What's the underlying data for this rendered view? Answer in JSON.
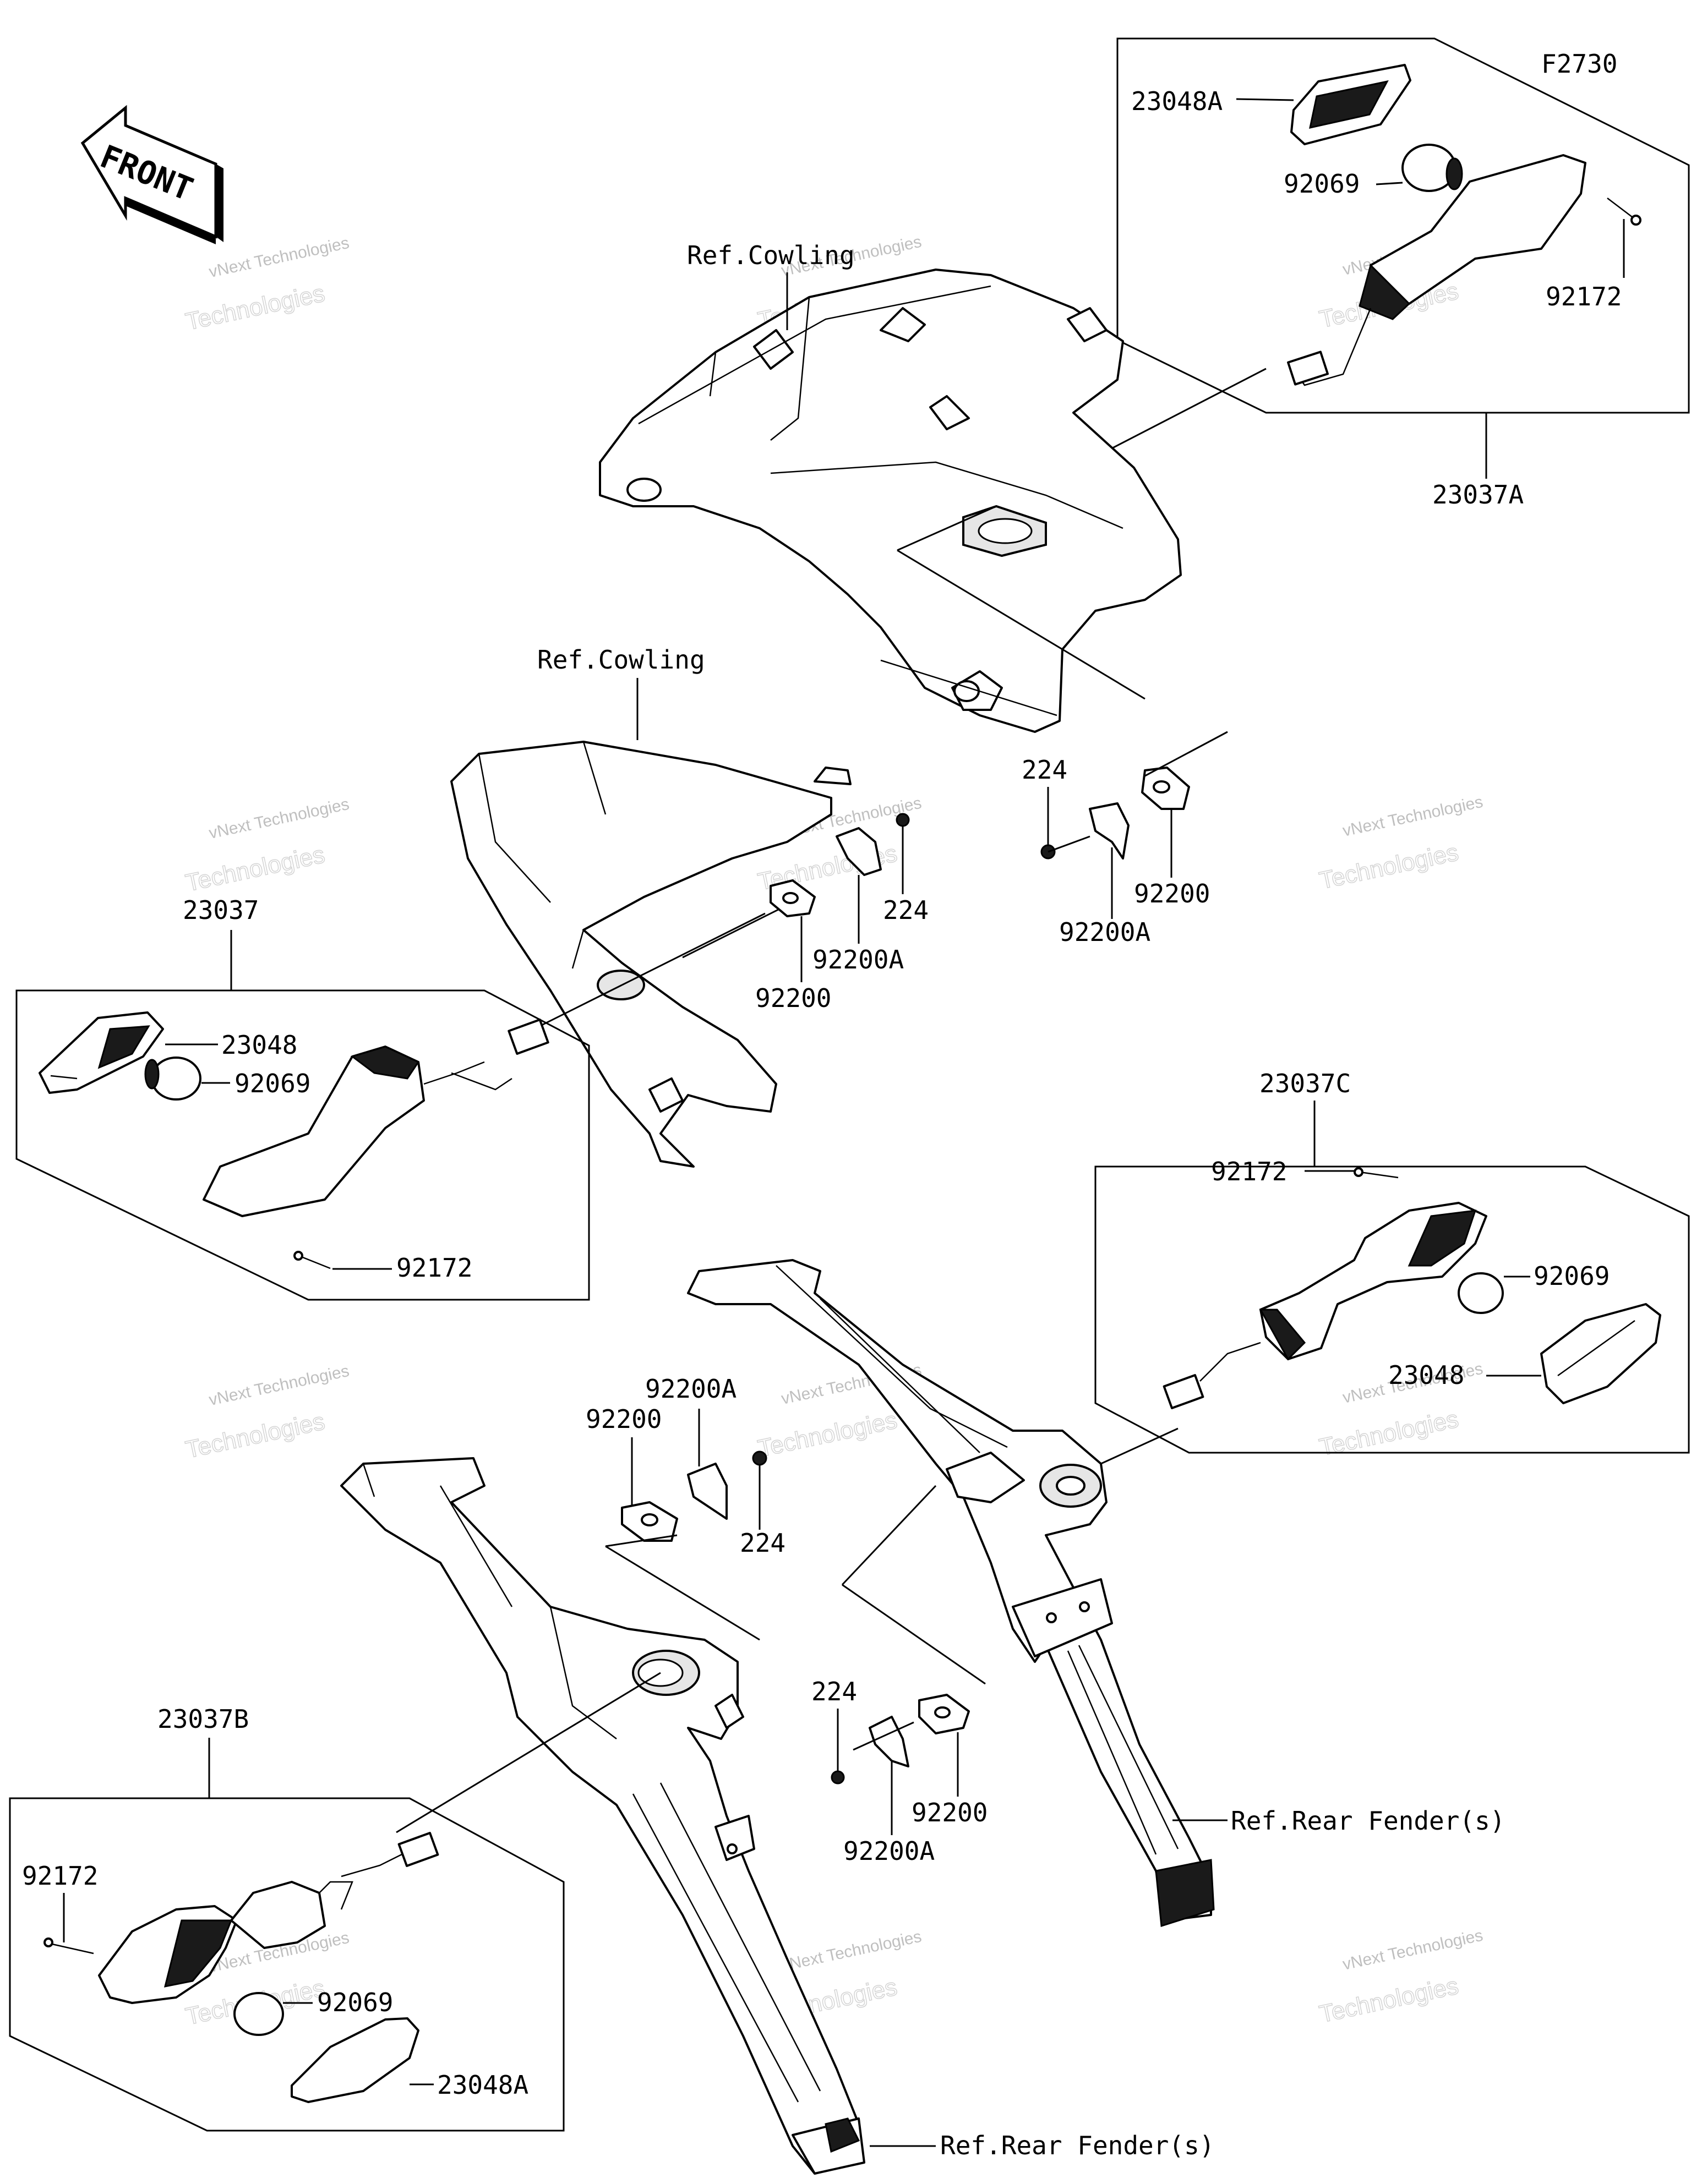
{
  "diagram_code": "F2730",
  "front_label": "FRONT",
  "watermark": {
    "line1": "vNext Technologies",
    "line2": "Technologies"
  },
  "refs": {
    "cowling": "Ref.Cowling",
    "rear_fender": "Ref.Rear Fender(s)"
  },
  "parts": {
    "p23048A": "23048A",
    "p92069": "92069",
    "p92172": "92172",
    "p23037A": "23037A",
    "p224": "224",
    "p92200": "92200",
    "p92200A": "92200A",
    "p23037": "23037",
    "p23048": "23048",
    "p23037C": "23037C",
    "p23037B": "23037B"
  }
}
